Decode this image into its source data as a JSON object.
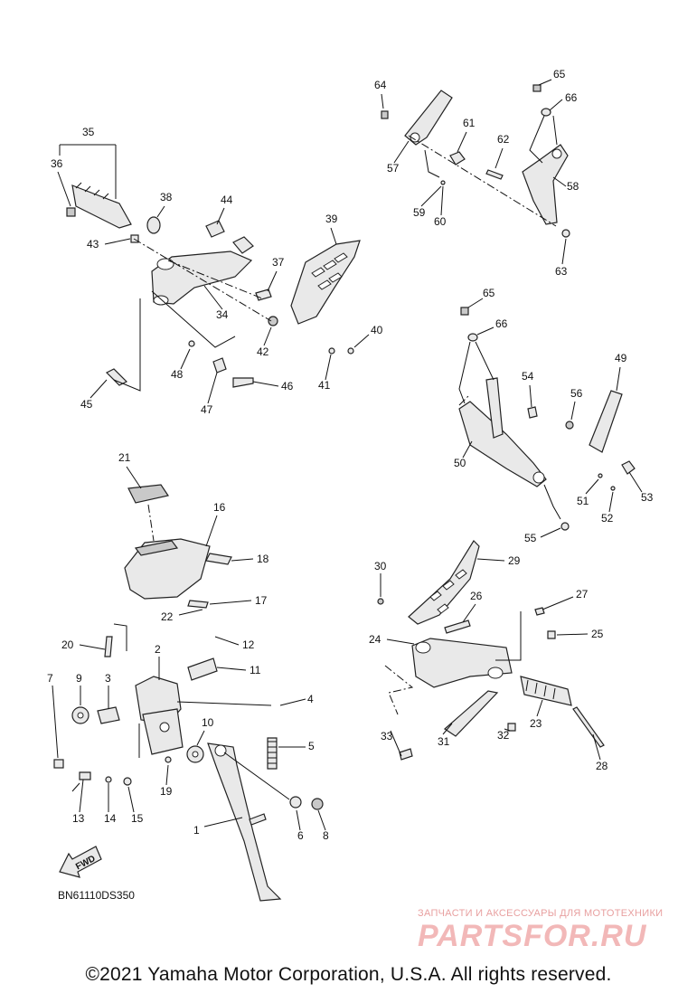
{
  "diagram": {
    "callouts": [
      "1",
      "2",
      "3",
      "4",
      "5",
      "6",
      "7",
      "8",
      "9",
      "10",
      "11",
      "12",
      "13",
      "14",
      "15",
      "16",
      "17",
      "18",
      "19",
      "20",
      "21",
      "22",
      "23",
      "24",
      "25",
      "26",
      "27",
      "28",
      "29",
      "30",
      "31",
      "32",
      "33",
      "34",
      "35",
      "36",
      "37",
      "38",
      "39",
      "40",
      "41",
      "42",
      "43",
      "44",
      "45",
      "46",
      "47",
      "48",
      "49",
      "50",
      "51",
      "52",
      "53",
      "54",
      "55",
      "56",
      "57",
      "58",
      "59",
      "60",
      "61",
      "62",
      "63",
      "64",
      "65",
      "66",
      "65",
      "66"
    ],
    "fwd_label": "FWD",
    "drawing_code": "BN61110DS350"
  },
  "watermark": {
    "tagline": "ЗАПЧАСТИ И АКСЕССУАРЫ ДЛЯ МОТОТЕХНИКИ",
    "logo": "PARTSFOR.RU"
  },
  "footer": {
    "copyright": "©2021 Yamaha Motor Corporation, U.S.A. All rights reserved."
  },
  "colors": {
    "line": "#111111",
    "part_fill": "#e9e9e9",
    "watermark": "#f2b8b8"
  }
}
